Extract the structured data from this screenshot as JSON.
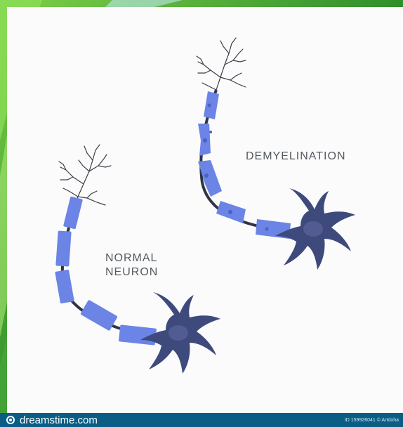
{
  "labels": {
    "demyelination": "DEMYELINATION",
    "normal_line1": "NORMAL",
    "normal_line2": "NEURON"
  },
  "footer": {
    "brand": "dreamstime.com",
    "stock_id": "ID 159926041 © Artdoha"
  },
  "icons": {
    "brand": "dreamstime-logo-icon"
  },
  "colors": {
    "myelin": "#6b84e6",
    "myelin_dark": "#4a62c4",
    "cell_body": "#3e4a7c",
    "nucleus": "#525c92",
    "dendrites": "#3c3f4a",
    "label": "#555a60",
    "footer_bg": "#0a5e86",
    "card_bg": "#fbfbfb"
  }
}
